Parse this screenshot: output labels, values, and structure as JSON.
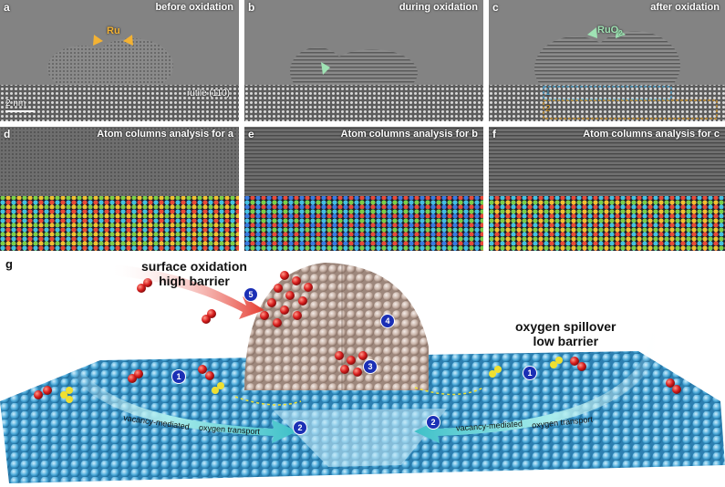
{
  "figure": {
    "panels_top": [
      {
        "label": "a",
        "title": "before oxidation",
        "annot": "Ru",
        "substrate": "rutile (110)",
        "scalebar": "2 nm"
      },
      {
        "label": "b",
        "title": "during oxidation"
      },
      {
        "label": "c",
        "title": "after oxidation",
        "annot": "RuO",
        "annot_sub": "2",
        "box1": "1",
        "box2": "2"
      }
    ],
    "panels_mid": [
      {
        "label": "d",
        "title": "Atom columns analysis for a"
      },
      {
        "label": "e",
        "title": "Atom columns analysis for b"
      },
      {
        "label": "f",
        "title": "Atom columns analysis for c"
      }
    ],
    "schematic": {
      "label": "g",
      "left_text": [
        "surface oxidation",
        "high barrier"
      ],
      "right_text": [
        "oxygen spillover",
        "low barrier"
      ],
      "transport_left": [
        "vacancy-mediated",
        "oxygen transport"
      ],
      "transport_right": [
        "vacancy-mediated",
        "oxygen transport"
      ],
      "markers": [
        "1",
        "2",
        "3",
        "4",
        "5"
      ],
      "colors": {
        "oxygen": "#d81e1e",
        "ru_particle": "#c8b3a8",
        "substrate": "#4aa8d8",
        "marker": "#1b2fb5",
        "arrow_left": "#e53a2e",
        "arrow_teal": "#7fe0d8"
      }
    }
  }
}
